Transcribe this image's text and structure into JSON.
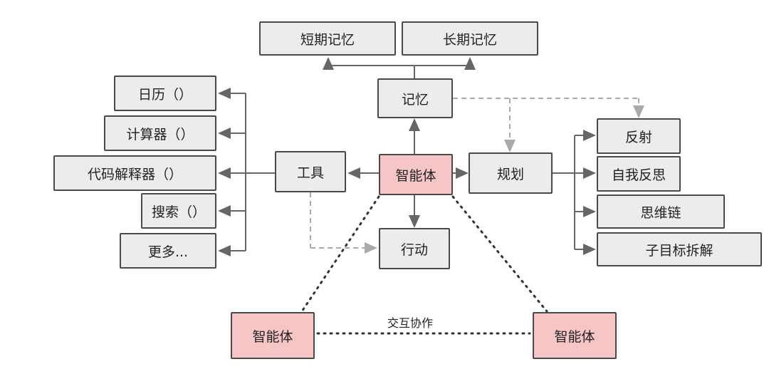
{
  "nodes": {
    "short_term_memory": "短期记忆",
    "long_term_memory": "长期记忆",
    "memory": "记忆",
    "calendar": "日历（）",
    "calculator": "计算器（）",
    "code_interpreter": "代码解释器（）",
    "search": "搜索（）",
    "more": "更多...",
    "tools": "工具",
    "agent_center": "智能体",
    "planning": "规划",
    "reflection": "反射",
    "self_critique": "自我反思",
    "chain_of_thought": "思维链",
    "subgoal_decomposition": "子目标拆解",
    "action": "行动",
    "agent_left": "智能体",
    "agent_right": "智能体"
  },
  "edge_labels": {
    "interaction": "交互协作"
  },
  "colors": {
    "node_fill": "#ececec",
    "agent_fill": "#f6c6c6",
    "border": "#4a4a4a",
    "arrow": "#666666",
    "dashed_arrow": "#aaaaaa",
    "dotted_line": "#333333"
  }
}
